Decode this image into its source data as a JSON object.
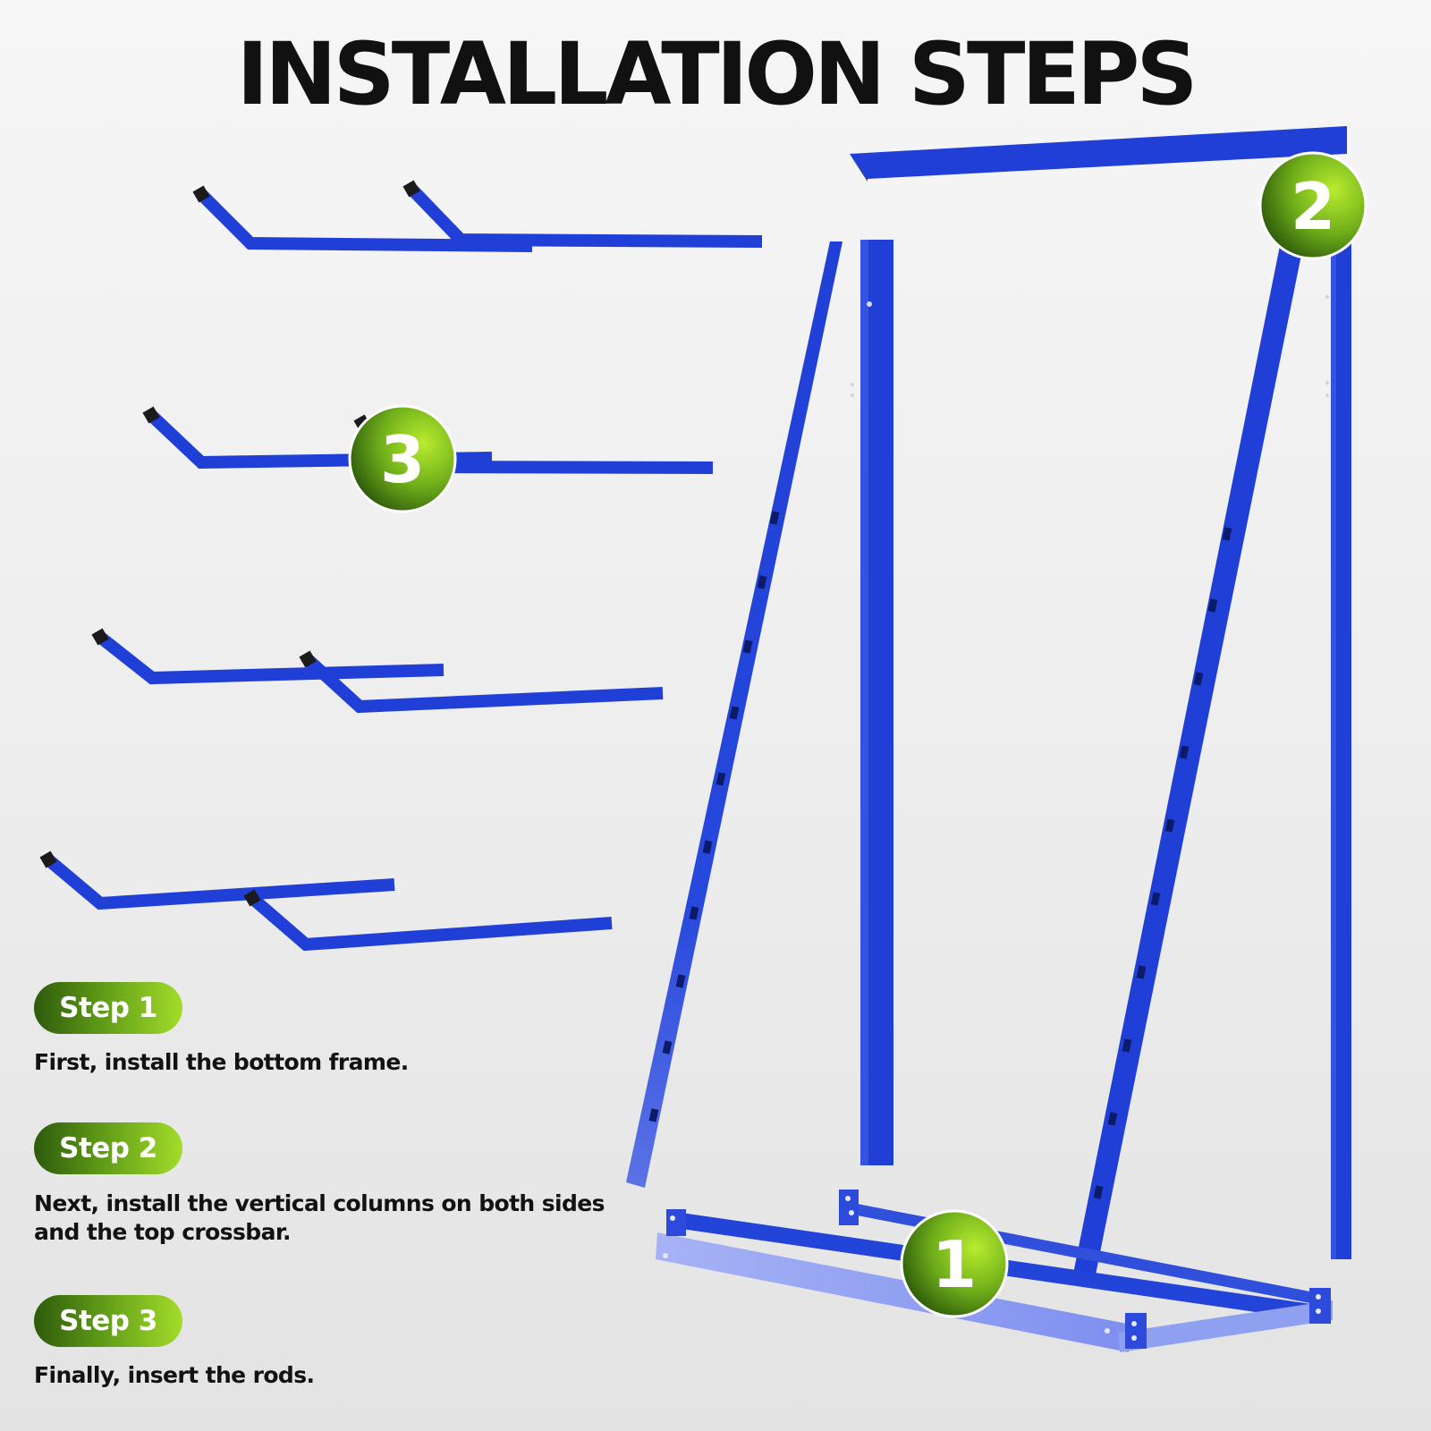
{
  "title": "INSTALLATION STEPS",
  "markers": [
    {
      "number": "1"
    },
    {
      "number": "2"
    },
    {
      "number": "3"
    }
  ],
  "steps": [
    {
      "label": "Step 1",
      "text": "First, install the bottom frame."
    },
    {
      "label": "Step 2",
      "text": "Next, install the vertical columns on both sides and the top crossbar."
    },
    {
      "label": "Step 3",
      "text": "Finally, insert the rods."
    }
  ],
  "colors": {
    "frame_blue": "#1f3fd6",
    "frame_blue_light": "#9aa8f2",
    "badge_green_dark": "#2e5a0c",
    "badge_green_light": "#a3dc2a",
    "text": "#111111"
  }
}
